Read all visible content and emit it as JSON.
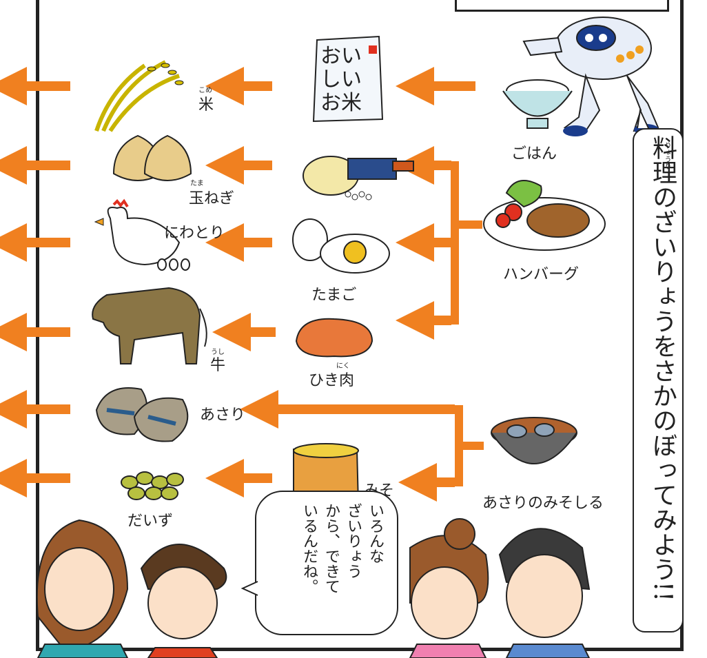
{
  "colors": {
    "arrow": "#f08020",
    "frame": "#222222"
  },
  "title_bubble": {
    "text": "料理のざいりょうをさかのぼってみよう!!",
    "ruby": "りょうり"
  },
  "speech": {
    "lines": [
      "いろんな",
      "ざいりょう",
      "から、できて",
      "いるんだね。"
    ]
  },
  "dishes": {
    "rice": "ごはん",
    "hamburg": "ハンバーグ",
    "miso_soup": "あさりのみそしる"
  },
  "ingredients": {
    "rice_bag": "おいしいお米",
    "egg": "たまご",
    "minced_meat": "ひき肉",
    "minced_meat_ruby": "にく",
    "clam": "あさり",
    "miso": "みそ"
  },
  "sources": {
    "rice": "米",
    "rice_ruby": "こめ",
    "onion": "玉ねぎ",
    "onion_ruby": "たま",
    "chicken": "にわとり",
    "cow": "牛",
    "cow_ruby": "うし",
    "soybean": "だいず"
  }
}
